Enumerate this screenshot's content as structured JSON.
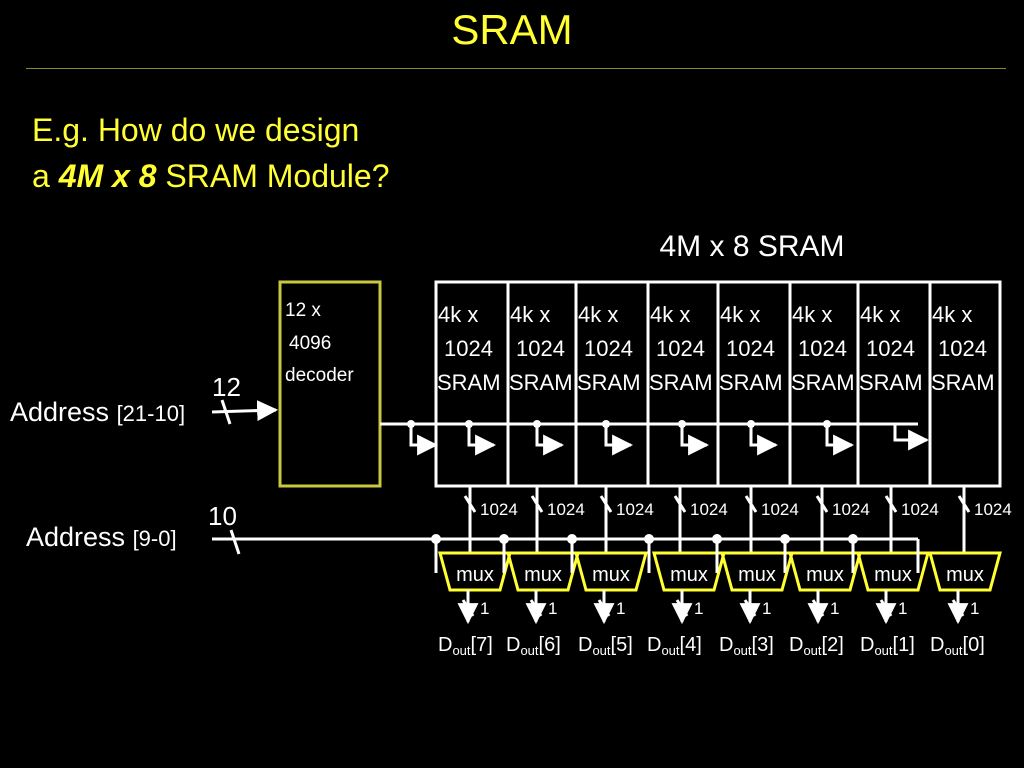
{
  "slide": {
    "title": "SRAM",
    "question_line1": "E.g. How do we design",
    "question_prefix": "a ",
    "question_emphasis": "4M x 8",
    "question_suffix": " SRAM Module?"
  },
  "diagram": {
    "module_label": "4M x 8 SRAM",
    "decoder": {
      "line1": "12 x",
      "line2": "4096",
      "line3": "decoder"
    },
    "address_high": {
      "label": "Address ",
      "range": "[21-10]",
      "width": "12"
    },
    "address_low": {
      "label": "Address ",
      "range": "[9-0]",
      "width": "10"
    },
    "chip": {
      "line1": "4k x",
      "line2": "1024",
      "line3": "SRAM"
    },
    "chip_count": 8,
    "bus_label": "1024",
    "mux_label": "mux",
    "mux_output_width": "1",
    "output_prefix": "D",
    "output_subscript": "out",
    "outputs": [
      "[7]",
      "[6]",
      "[5]",
      "[4]",
      "[3]",
      "[2]",
      "[1]",
      "[0]"
    ],
    "colors": {
      "text": "#ffff33",
      "wire": "#ffffff",
      "block_border": "#ffff33",
      "decoder_border": "#c8c840"
    }
  }
}
